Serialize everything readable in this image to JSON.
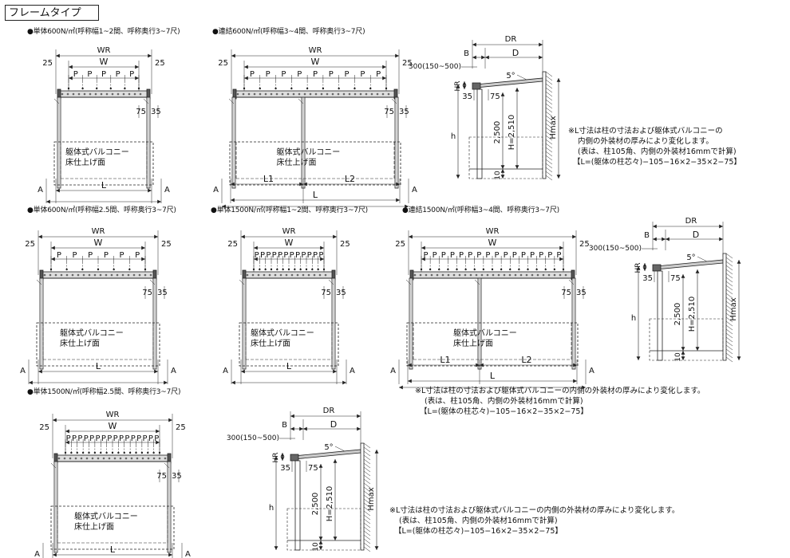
{
  "page_title": "フレームタイプ",
  "panels": [
    {
      "caption": "●単体600N/㎡(呼称幅1~2間、呼称奥行3~7尺)"
    },
    {
      "caption": "●連結600N/㎡(呼称幅3~4間、呼称奥行3~7尺)"
    },
    {
      "caption": "●単体600N/㎡(呼称幅2.5間、呼称奥行3~7尺)"
    },
    {
      "caption": "●単体1500N/㎡(呼称幅1~2間、呼称奥行3~7尺)"
    },
    {
      "caption": "●連結1500N/㎡(呼称幅3~4間、呼称奥行3~7尺)"
    },
    {
      "caption": "●単体1500N/㎡(呼称幅2.5間、呼称奥行3~7尺)"
    }
  ],
  "labels": {
    "WR": "WR",
    "W": "W",
    "P": "P",
    "L": "L",
    "L1": "L1",
    "L2": "L2",
    "A": "A",
    "side_margin": "25",
    "post_75": "75",
    "post_35": "35",
    "balcony_line1": "躯体式バルコニー",
    "balcony_line2": "床仕上げ面",
    "DR": "DR",
    "B": "B",
    "D": "D",
    "HR": "HR",
    "h": "h",
    "Hmax": "Hmax",
    "offset": "300(150~500)",
    "angle": "5°",
    "dim_2500": "2,500",
    "dim_H": "H=2,510",
    "dim_10": "10"
  },
  "note": {
    "line1": "※L寸法は柱の寸法および躯体式バルコニーの",
    "line2": "内側の外装材の厚みにより変化します。",
    "line3": "(表は、柱105角、内側の外装材16mmで計算)",
    "line4": "【L=(躯体の柱芯々)−105−16×2−35×2−75】",
    "line1_long": "※L寸法は柱の寸法および躯体式バルコニーの内側の外装材の厚みにより変化します。",
    "line2_long": "(表は、柱105角、内側の外装材16mmで計算)",
    "line3_long": "【L=(躯体の柱芯々)−105−16×2−35×2−75】"
  }
}
